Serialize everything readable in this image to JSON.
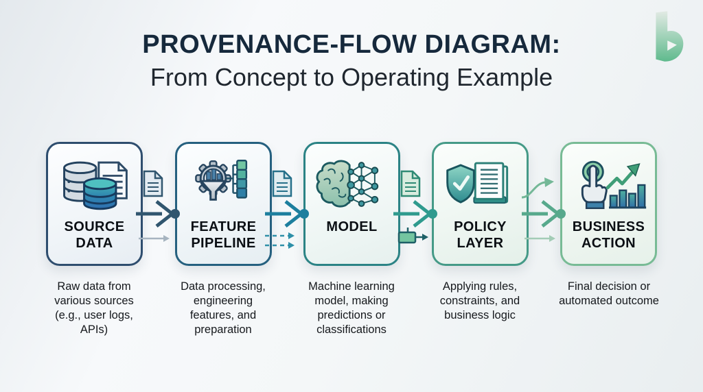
{
  "header": {
    "title": "PROVENANCE-FLOW DIAGRAM:",
    "subtitle": "From Concept to Operating Example",
    "logo_icon": "brand-b-logo",
    "title_color": "#16293c"
  },
  "stages": [
    {
      "id": "source-data",
      "label_lines": [
        "SOURCE",
        "DATA"
      ],
      "icon": "database-document-icon",
      "border_color": "#2e4d6e",
      "description": "Raw data from various sources (e.g., user logs, APIs)"
    },
    {
      "id": "feature-pipeline",
      "label_lines": [
        "FEATURE",
        "PIPELINE"
      ],
      "icon": "gear-funnel-pipeline-icon",
      "border_color": "#25607f",
      "description": "Data processing, engineering features, and preparation"
    },
    {
      "id": "model",
      "label_lines": [
        "MODEL"
      ],
      "icon": "brain-network-icon",
      "border_color": "#2b8385",
      "description": "Machine learning model, making predictions or classifications"
    },
    {
      "id": "policy-layer",
      "label_lines": [
        "POLICY",
        "LAYER"
      ],
      "icon": "shield-check-document-icon",
      "border_color": "#459a87",
      "description": "Applying rules, constraints, and business logic"
    },
    {
      "id": "business-action",
      "label_lines": [
        "BUSINESS",
        "ACTION"
      ],
      "icon": "tap-hand-growth-chart-icon",
      "border_color": "#78bb95",
      "description": "Final decision or automated outcome"
    }
  ],
  "connectors": [
    {
      "from": "source-data",
      "to": "feature-pipeline",
      "color": "#31566f",
      "artifact_icon": "document-icon",
      "secondary": "thin-solid-arrow"
    },
    {
      "from": "feature-pipeline",
      "to": "model",
      "color": "#1d7f9e",
      "artifact_icon": "document-icon",
      "secondary": "double-dashed-arrows"
    },
    {
      "from": "model",
      "to": "policy-layer",
      "color": "#2f9a8e",
      "artifact_icon": "document-icon",
      "secondary": "data-packet-arrow"
    },
    {
      "from": "policy-layer",
      "to": "business-action",
      "color": "#57a98c",
      "artifact_icon": "curved-arrow",
      "secondary": "thin-solid-arrow"
    }
  ]
}
